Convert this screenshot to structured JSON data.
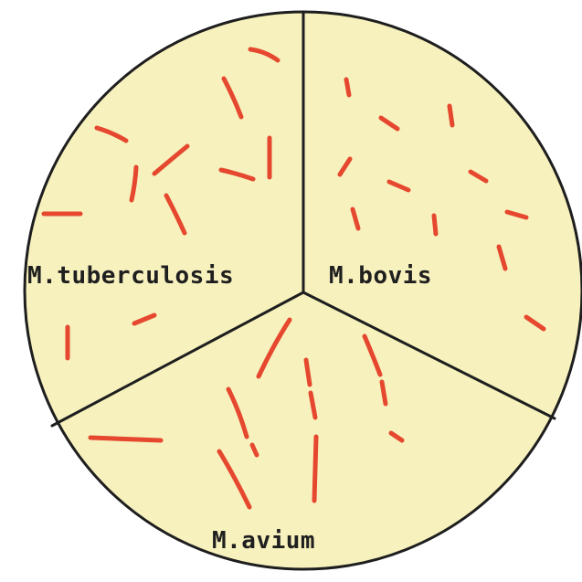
{
  "diagram": {
    "sections": {
      "tuberculosis": {
        "label": "M.tuberculosis"
      },
      "bovis": {
        "label": "M.bovis"
      },
      "avium": {
        "label": "M.avium"
      }
    },
    "colors": {
      "plate_fill": "#f7f1be",
      "plate_stroke": "#1e1e1e",
      "bacteria": "#e5482e",
      "text": "#1f1f1f",
      "background": "#ffffff"
    }
  }
}
